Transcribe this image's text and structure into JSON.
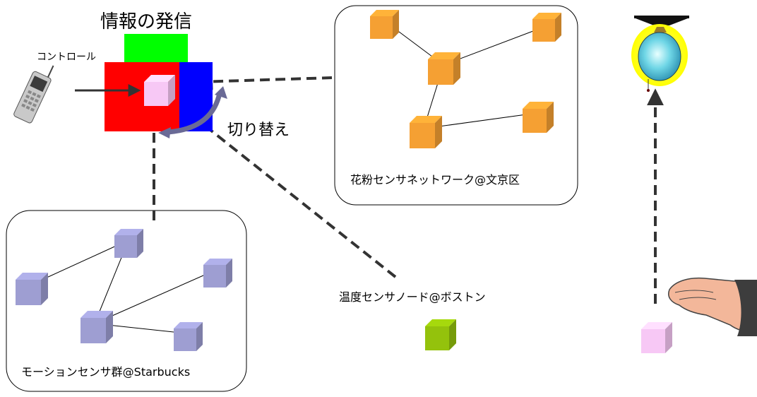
{
  "labels": {
    "title": "情報の発信",
    "control": "コントロール",
    "switch": "切り替え",
    "pollen_network": "花粉センサネットワーク@文京区",
    "temperature_node": "温度センサノード@ボストン",
    "motion_group": "モーションセンサ群@Starbucks"
  },
  "colors": {
    "channel_green": "#00ff00",
    "channel_red": "#ff0000",
    "channel_blue": "#0000ff",
    "pollen_node": "#f5a033",
    "motion_node": "#9e9ed2",
    "temperature_node": "#94c20c",
    "output_node": "#f7c8f5",
    "switch_arrow": "#6a6a96",
    "dashed_link": "#333333"
  },
  "icons": [
    "mobile-phone-icon",
    "light-bulb-icon",
    "hand-icon"
  ]
}
